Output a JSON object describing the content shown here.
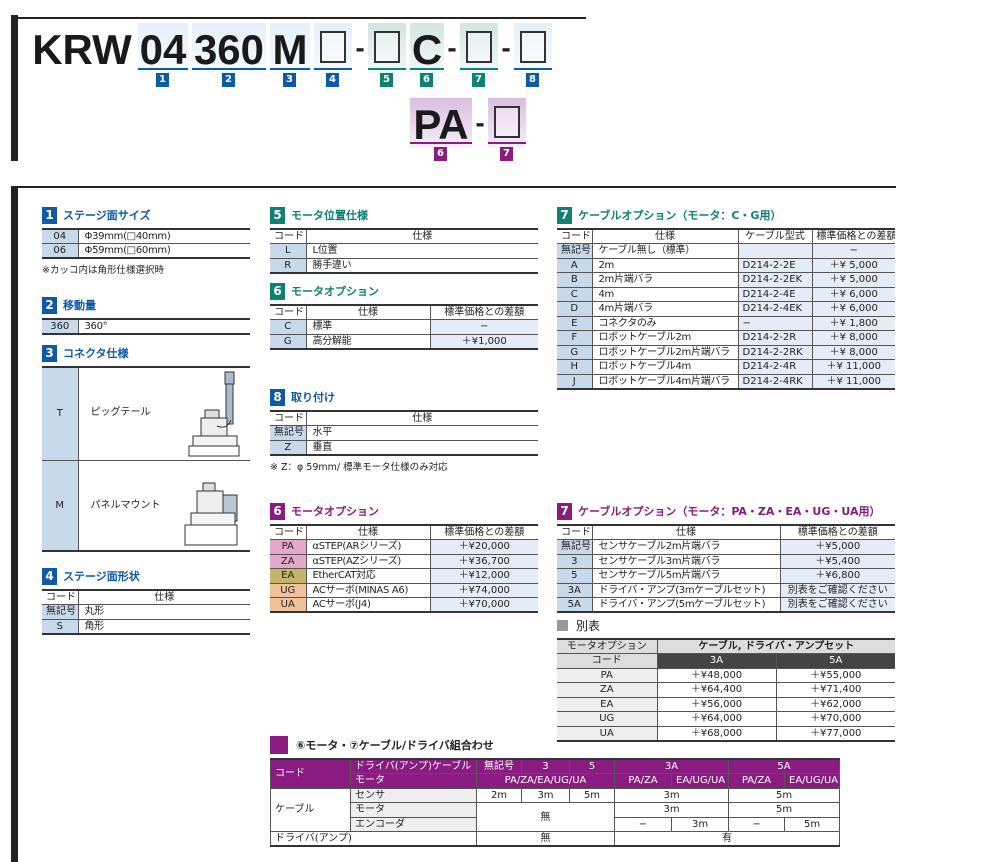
{
  "model": {
    "prefix": "KRW",
    "p1": "04",
    "p2": "360",
    "p3": "M",
    "p6": "C",
    "p6b": "PA",
    "dash": "-",
    "nums": [
      "1",
      "2",
      "3",
      "4",
      "5",
      "6",
      "7",
      "8"
    ],
    "nums2": [
      "6",
      "7"
    ]
  },
  "headers": {
    "code": "コード",
    "spec": "仕様",
    "price": "標準価格との差額",
    "cable_type": "ケーブル型式"
  },
  "sec1": {
    "num": "1",
    "title": "ステージ面サイズ",
    "rows": [
      [
        "04",
        "Φ39mm(□40mm)"
      ],
      [
        "06",
        "Φ59mm(□60mm)"
      ]
    ],
    "note": "※カッコ内は角形仕様選択時"
  },
  "sec2": {
    "num": "2",
    "title": "移動量",
    "rows": [
      [
        "360",
        "360°"
      ]
    ]
  },
  "sec3": {
    "num": "3",
    "title": "コネクタ仕様",
    "rows": [
      [
        "T",
        "ピッグテール"
      ],
      [
        "M",
        "パネルマウント"
      ]
    ]
  },
  "sec4": {
    "num": "4",
    "title": "ステージ面形状",
    "rows": [
      [
        "無記号",
        "丸形"
      ],
      [
        "S",
        "角形"
      ]
    ]
  },
  "sec5": {
    "num": "5",
    "title": "モータ位置仕様",
    "rows": [
      [
        "L",
        "L位置"
      ],
      [
        "R",
        "勝手違い"
      ]
    ]
  },
  "sec6": {
    "num": "6",
    "title": "モータオプション",
    "rows": [
      [
        "C",
        "標準",
        "−"
      ],
      [
        "G",
        "高分解能",
        "＋¥1,000"
      ]
    ]
  },
  "sec8": {
    "num": "8",
    "title": "取り付け",
    "rows": [
      [
        "無記号",
        "水平"
      ],
      [
        "Z",
        "垂直"
      ]
    ],
    "note": "※ Z：φ 59mm/ 標準モータ仕様のみ対応"
  },
  "sec6b": {
    "num": "6",
    "title": "モータオプション",
    "rows": [
      [
        "PA",
        "αSTEP(ARシリーズ)",
        "＋¥20,000"
      ],
      [
        "ZA",
        "αSTEP(AZシリーズ)",
        "＋¥36,700"
      ],
      [
        "EA",
        "EtherCAT対応",
        "＋¥12,000"
      ],
      [
        "UG",
        "ACサーボ(MINAS A6)",
        "＋¥74,000"
      ],
      [
        "UA",
        "ACサーボ(J4)",
        "＋¥70,000"
      ]
    ],
    "code_colors": [
      "#e4a9c9",
      "#e4a9c9",
      "#c4b46c",
      "#efc29c",
      "#efc29c"
    ]
  },
  "sec7": {
    "num": "7",
    "title": "ケーブルオプション（モータ：C・G用）",
    "rows": [
      [
        "無記号",
        "ケーブル無し（標準）",
        "",
        "−"
      ],
      [
        "A",
        "2m",
        "D214-2-2E",
        "＋¥ 5,000"
      ],
      [
        "B",
        "2m片端バラ",
        "D214-2-2EK",
        "＋¥ 5,000"
      ],
      [
        "C",
        "4m",
        "D214-2-4E",
        "＋¥ 6,000"
      ],
      [
        "D",
        "4m片端バラ",
        "D214-2-4EK",
        "＋¥ 6,000"
      ],
      [
        "E",
        "コネクタのみ",
        "−",
        "＋¥ 1,800"
      ],
      [
        "F",
        "ロボットケーブル2m",
        "D214-2-2R",
        "＋¥ 8,000"
      ],
      [
        "G",
        "ロボットケーブル2m片端バラ",
        "D214-2-2RK",
        "＋¥ 8,000"
      ],
      [
        "H",
        "ロボットケーブル4m",
        "D214-2-4R",
        "＋¥ 11,000"
      ],
      [
        "J",
        "ロボットケーブル4m片端バラ",
        "D214-2-4RK",
        "＋¥ 11,000"
      ]
    ]
  },
  "sec7b": {
    "num": "7",
    "title": "ケーブルオプション（モータ：PA・ZA・EA・UG・UA用）",
    "rows": [
      [
        "無記号",
        "センサケーブル2m片端バラ",
        "＋¥5,000"
      ],
      [
        "3",
        "センサケーブル3m片端バラ",
        "＋¥5,400"
      ],
      [
        "5",
        "センサケーブル5m片端バラ",
        "＋¥6,800"
      ],
      [
        "3A",
        "ドライバ・アンプ(3mケーブルセット)",
        "別表をご確認ください"
      ],
      [
        "5A",
        "ドライバ・アンプ(5mケーブルセット)",
        "別表をご確認ください"
      ]
    ]
  },
  "betsu": {
    "title": "別表",
    "h1": "モータオプション",
    "h2": "ケーブル, ドライバ・アンプセット",
    "h3": "コード",
    "c3a": "3A",
    "c5a": "5A",
    "rows": [
      [
        "PA",
        "＋¥48,000",
        "＋¥55,000"
      ],
      [
        "ZA",
        "＋¥64,400",
        "＋¥71,400"
      ],
      [
        "EA",
        "＋¥56,000",
        "＋¥62,000"
      ],
      [
        "UG",
        "＋¥64,000",
        "＋¥70,000"
      ],
      [
        "UA",
        "＋¥68,000",
        "＋¥77,000"
      ]
    ]
  },
  "combo": {
    "title": "⑥モータ・⑦ケーブル/ドライバ組合わせ",
    "code": "コード",
    "drv_cable": "ドライバ(アンプ)ケーブル",
    "motor": "モータ",
    "c_none": "無記号",
    "c3": "3",
    "c5": "5",
    "c3a": "3A",
    "c5a": "5A",
    "m_all": "PA/ZA/EA/UG/UA",
    "m_paza": "PA/ZA",
    "m_eaugua": "EA/UG/UA",
    "cable": "ケーブル",
    "sensor": "センサ",
    "motor_row": "モータ",
    "encoder": "エンコーダ",
    "driver": "ドライバ(アンプ)",
    "s2m": "2m",
    "s3m": "3m",
    "s5m": "5m",
    "nashi": "無",
    "ari": "有",
    "dash": "−"
  }
}
